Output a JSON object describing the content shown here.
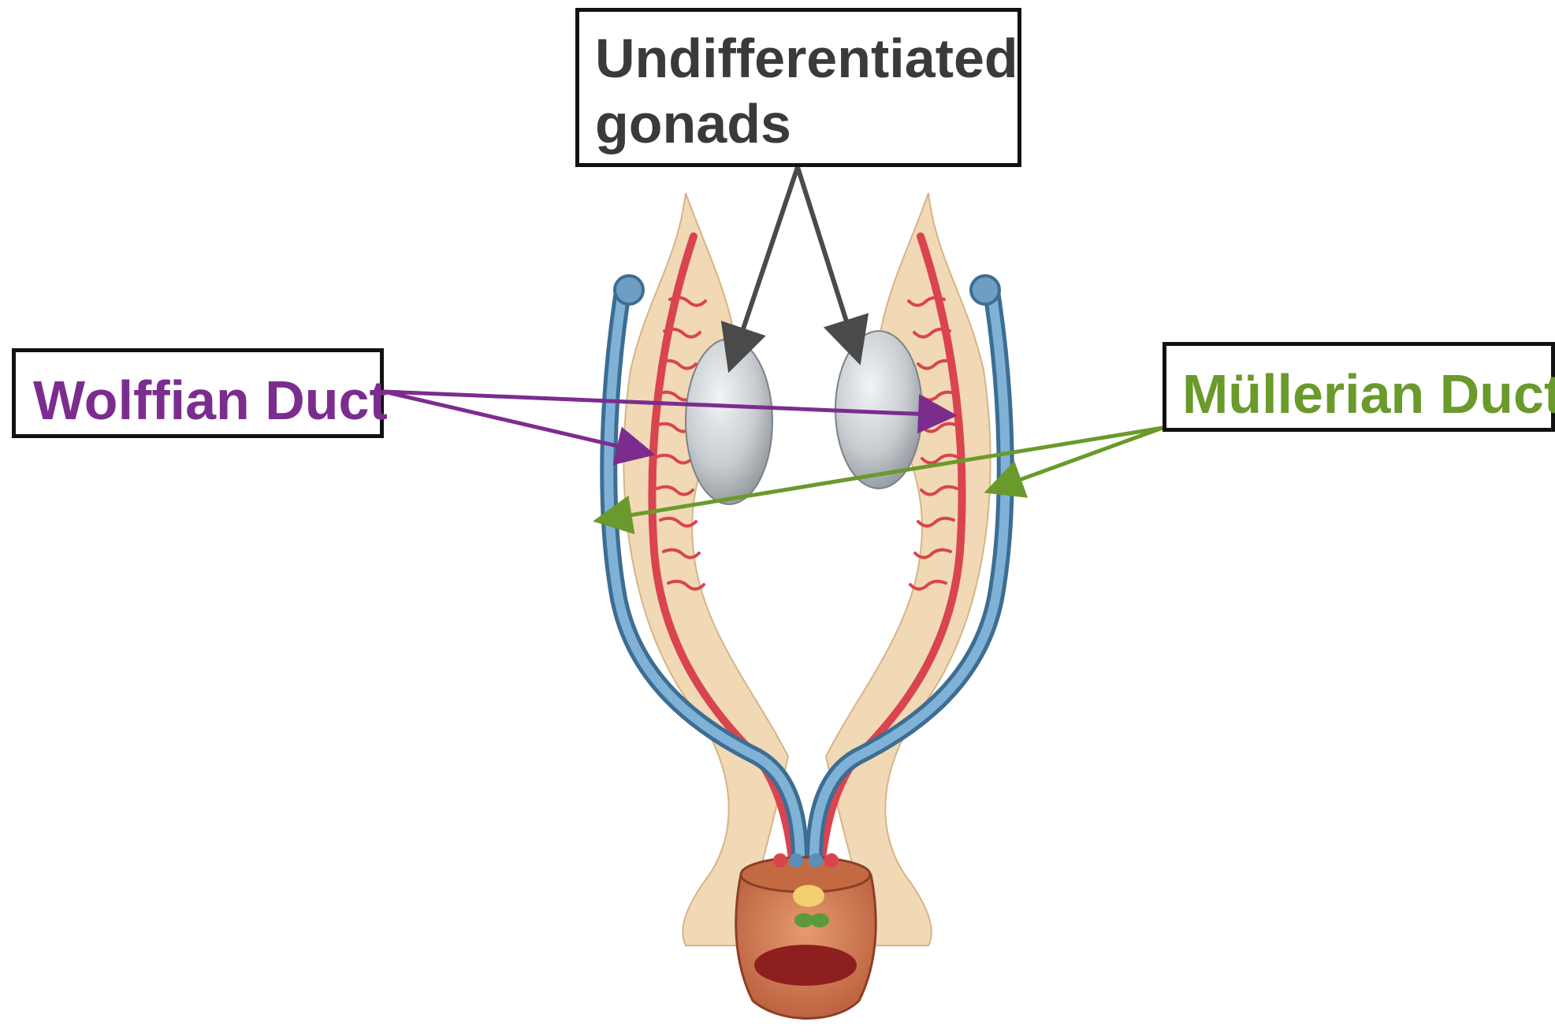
{
  "labels": {
    "gonads": {
      "line1": "Undifferentiated",
      "line2": "gonads"
    },
    "wolffian": "Wolffian Duct",
    "mullerian": "Müllerian Duct"
  },
  "colors": {
    "wolffian": "#7b2d8e",
    "mullerian": "#6a9a2b",
    "gonads_text": "#3a3a3a",
    "pointer_gray": "#4a4a4a",
    "tissue": "#f1d9b5",
    "vessel_red": "#d9444f",
    "duct_blue": "#5b8fb8",
    "gonad_gray": "#c8ccd0"
  }
}
